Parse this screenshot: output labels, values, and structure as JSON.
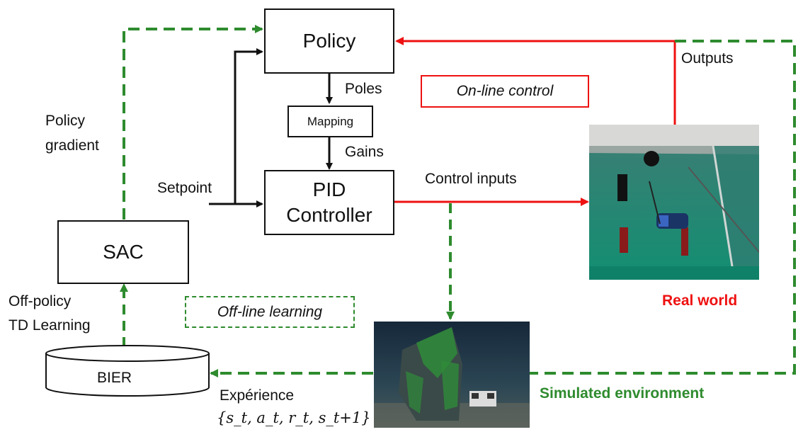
{
  "blocks": {
    "policy": "Policy",
    "mapping": "Mapping",
    "pid_line1": "PID",
    "pid_line2": "Controller",
    "sac": "SAC",
    "bier": "BIER"
  },
  "labels": {
    "poles": "Poles",
    "gains": "Gains",
    "setpoint": "Setpoint",
    "control_inputs": "Control inputs",
    "outputs": "Outputs",
    "policy_gradient_1": "Policy",
    "policy_gradient_2": "gradient",
    "off_policy_1": "Off-policy",
    "off_policy_2": "TD Learning",
    "experience": "Expérience",
    "experience_tuple": "{s_t, a_t, r_t, s_t+1}"
  },
  "legends": {
    "online": "On-line control",
    "offline": "Off-line learning"
  },
  "images": {
    "real_world": "Real world",
    "simulated": "Simulated environment"
  },
  "colors": {
    "red": "#ee1111",
    "green": "#2e8b2e",
    "black": "#111111"
  }
}
